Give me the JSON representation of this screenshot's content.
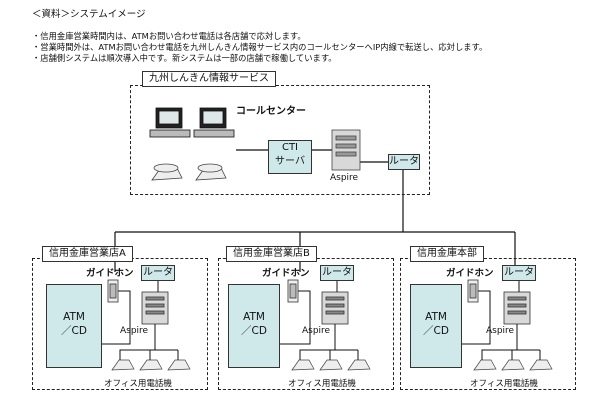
{
  "header": "＜資料＞システムイメージ",
  "bullets": [
    "・信用金庫営業時間内は、ATMお問い合わせ電話は各店舗で応対します。",
    "・営業時間外は、ATMお問い合わせ電話を九州しんきん情報サービス内のコールセンターへIP内線で転送し、応対します。",
    "・店舗側システムは順次導入中です。新システムは一部の店舗で稼働しています。"
  ],
  "center": {
    "title": "九州しんきん情報サービス",
    "call_center": "コールセンター",
    "cti_line1": "CTI",
    "cti_line2": "サーバ",
    "aspire": "Aspire",
    "router": "ルータ"
  },
  "branches": [
    {
      "title": "信用金庫営業店A",
      "guidephone": "ガイドホン",
      "router": "ルータ",
      "atm_line1": "ATM",
      "atm_line2": "／CD",
      "aspire": "Aspire",
      "office_phone": "オフィス用電話機"
    },
    {
      "title": "信用金庫営業店B",
      "guidephone": "ガイドホン",
      "router": "ルータ",
      "atm_line1": "ATM",
      "atm_line2": "／CD",
      "aspire": "Aspire",
      "office_phone": "オフィス用電話機"
    },
    {
      "title": "信用金庫本部",
      "guidephone": "ガイドホン",
      "router": "ルータ",
      "atm_line1": "ATM",
      "atm_line2": "／CD",
      "aspire": "Aspire",
      "office_phone": "オフィス用電話機"
    }
  ],
  "icons": [
    "computer-terminal-icon",
    "desk-phone-icon",
    "pbx-server-icon",
    "intercom-phone-icon"
  ],
  "colors": {
    "device_fill": "#cfe9ea",
    "line": "#111111"
  }
}
